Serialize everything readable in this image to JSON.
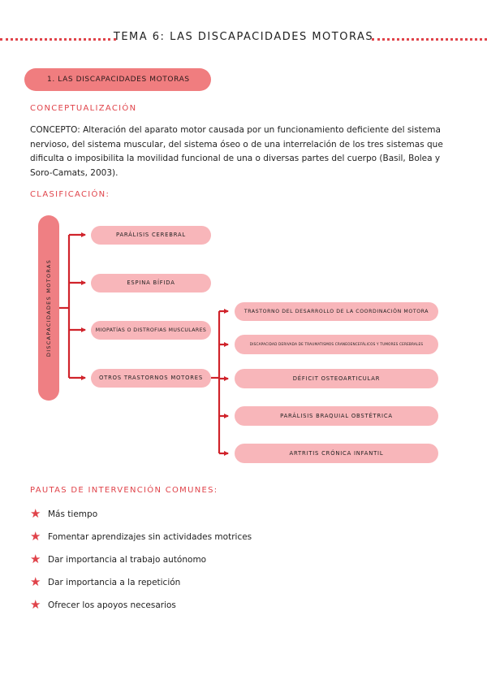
{
  "page_title": "TEMA 6: LAS DISCAPACIDADES MOTORAS",
  "section_pill": "1. LAS DISCAPACIDADES MOTORAS",
  "conceptualizacion": {
    "heading": "CONCEPTUALIZACIÓN",
    "text": "CONCEPTO: Alteración del aparato motor causada por un funcionamiento deficiente del sistema nervioso, del sistema muscular, del sistema óseo o de una interrelación de los tres sistemas que dificulta o imposibilita la movilidad funcional de una o diversas partes del cuerpo (Basil, Bolea y Soro-Camats, 2003)."
  },
  "clasificacion": {
    "heading": "CLASIFICACIÓN:",
    "root": "DISCAPACIDADES MOTORAS",
    "categories": [
      "PARÁLISIS CEREBRAL",
      "ESPINA BÍFIDA",
      "MIOPATÍAS O DISTROFIAS MUSCULARES",
      "OTROS TRASTORNOS MOTORES"
    ],
    "subcategories": [
      "TRASTORNO DEL DESARROLLO DE LA COORDINACIÓN MOTORA",
      "DISCAPACIDAD DERIVADA DE TRAUMATISMOS CRANEOENCEFÁLICOS Y TUMORES CEREBRALES",
      "DÉFICIT OSTEOARTICULAR",
      "PARÁLISIS BRAQUIAL OBSTÉTRICA",
      "ARTRITIS CRÓNICA INFANTIL"
    ]
  },
  "pautas": {
    "heading": "PAUTAS DE INTERVENCIÓN COMUNES:",
    "items": [
      "Más tiempo",
      "Fomentar aprendizajes sin actividades motrices",
      "Dar importancia al trabajo autónomo",
      "Dar importancia a la repetición",
      "Ofrecer los apoyos necesarios"
    ]
  },
  "colors": {
    "accent": "#e0434a",
    "pill_dark": "#f07d7f",
    "pill_light": "#f8b6ba"
  },
  "icons": {
    "bullet": "star-icon"
  }
}
